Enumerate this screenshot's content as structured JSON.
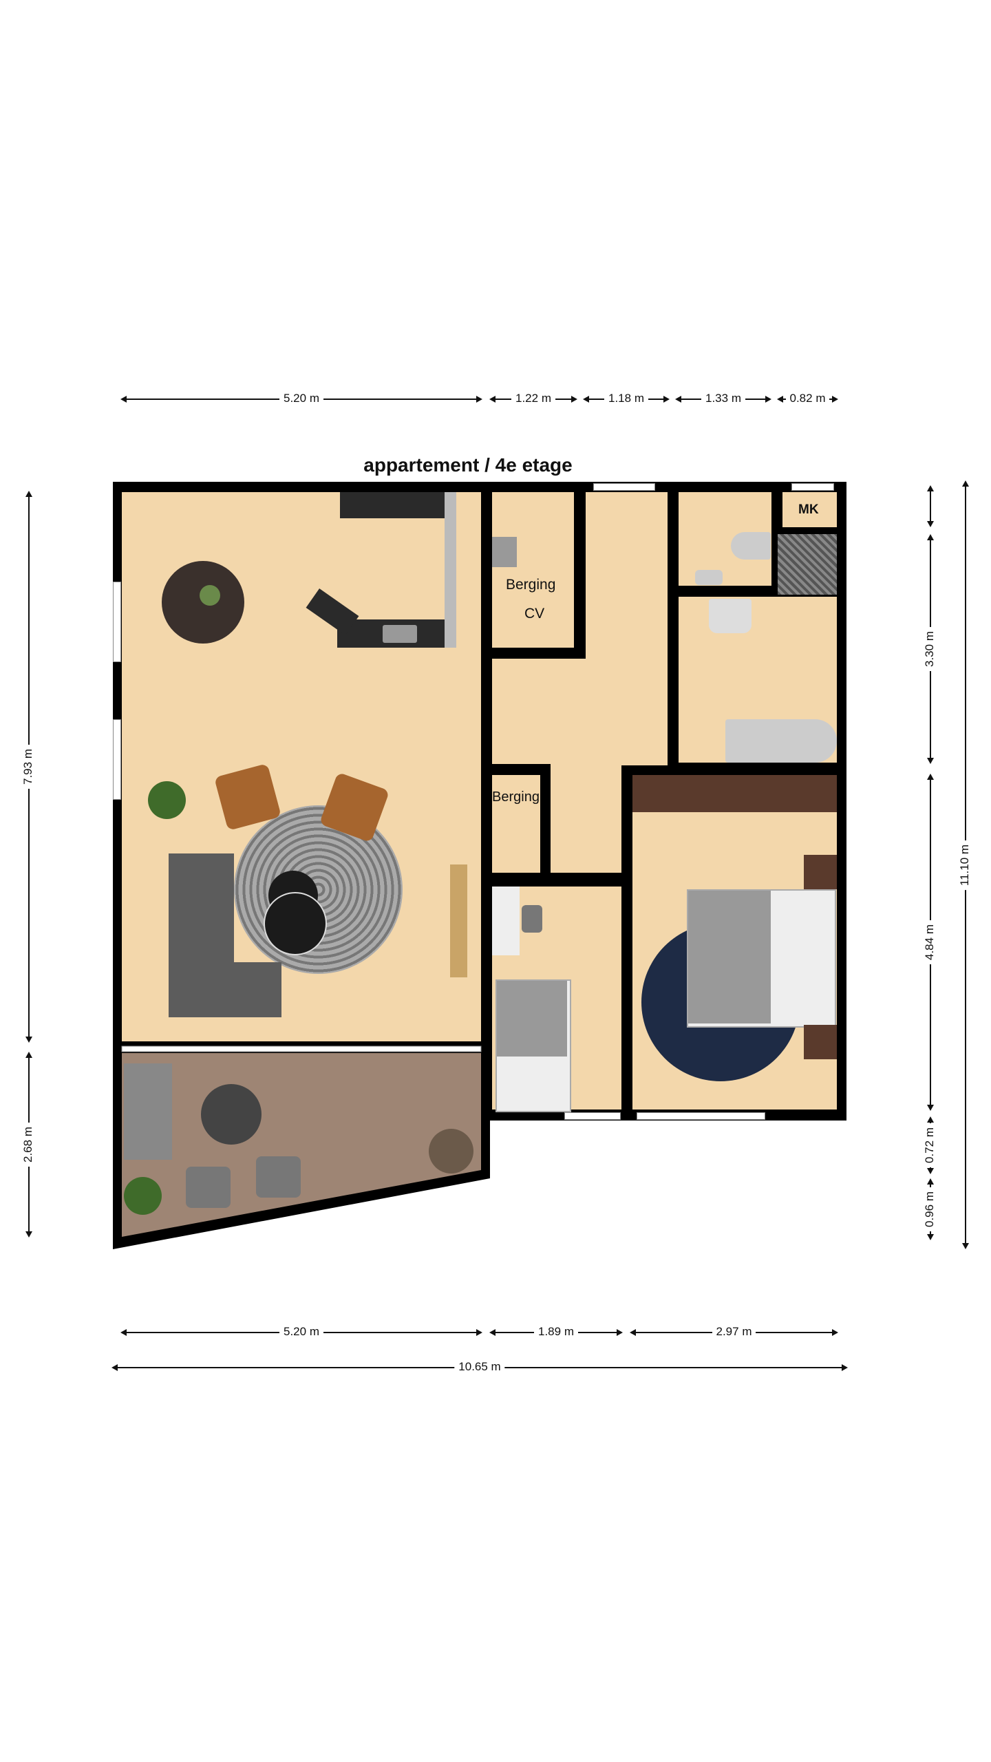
{
  "title": "appartement / 4e etage",
  "rooms": {
    "berging_cv_1": "Berging",
    "berging_cv_2": "CV",
    "berging_small": "Berging",
    "mk": "MK"
  },
  "dimensions": {
    "top": [
      "5.20 m",
      "1.22 m",
      "1.18 m",
      "1.33 m",
      "0.82 m"
    ],
    "bottom": [
      "5.20 m",
      "1.89 m",
      "2.97 m"
    ],
    "overall_width": "10.65 m",
    "left": [
      "7.93 m",
      "2.68 m"
    ],
    "right": [
      "3.30 m",
      "4.84 m",
      "0.72 m",
      "0.96 m"
    ],
    "overall_height": "11.10 m"
  },
  "colors": {
    "floor": "#f3d7ab",
    "balcony": "#9e8574",
    "wall": "#000000"
  }
}
